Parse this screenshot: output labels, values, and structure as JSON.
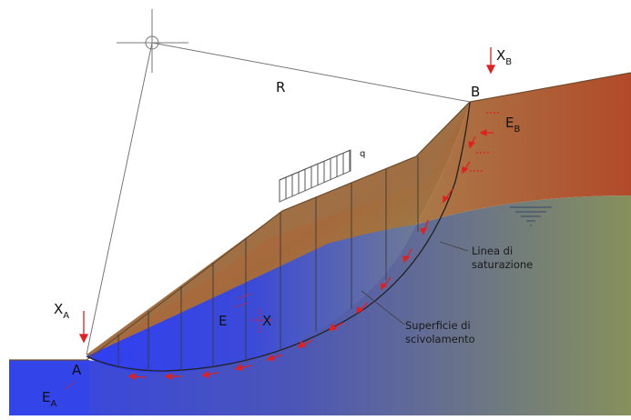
{
  "diagram": {
    "labels": {
      "point_a": "A",
      "point_b": "B",
      "radius": "R",
      "load": "q",
      "force_e": "E",
      "force_x": "X",
      "xa_main": "X",
      "xa_sub": "A",
      "xb_main": "X",
      "xb_sub": "B",
      "ea_main": "E",
      "ea_sub": "A",
      "eb_main": "E",
      "eb_sub": "B"
    },
    "annotations": {
      "saturation_line": [
        "Linea di",
        "saturazione"
      ],
      "slip_surface": [
        "Superficie di",
        "scivolamento"
      ]
    },
    "colors": {
      "water": "#3344e8",
      "soil_unsaturated": "#9a7248",
      "ground_top": "#a0522d",
      "ground_right": "#8f9a55",
      "force_arrows": "#e02020",
      "construction_lines": "#7a7a7a"
    },
    "icons": [
      "crosshair-icon",
      "water-table-icon"
    ]
  }
}
